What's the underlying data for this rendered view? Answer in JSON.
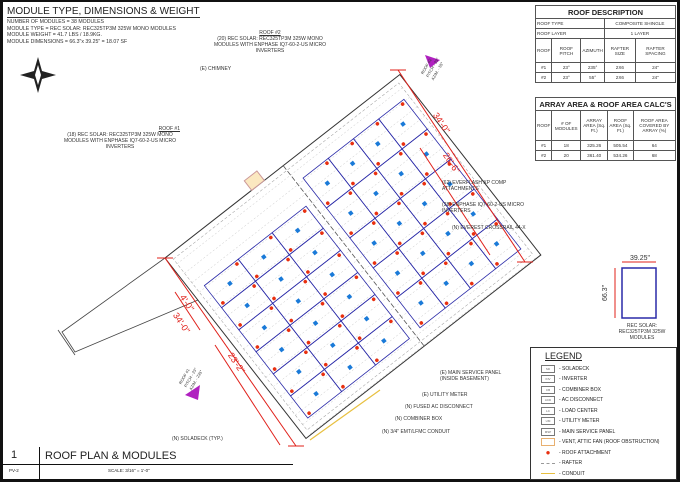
{
  "module_info": {
    "title": "MODULE TYPE, DIMENSIONS & WEIGHT",
    "lines": [
      "NUMBER OF MODULES = 38 MODULES",
      "MODULE TYPE = REC SOLAR: REC325TP3M 325W MONO MODULES",
      "MODULE WEIGHT = 41.7 LBS / 18.9KG.",
      "MODULE DIMENSIONS = 66.3\"x 39.25\" = 18.07 SF"
    ]
  },
  "roof_description": {
    "title": "ROOF DESCRIPTION",
    "roof_type_label": "ROOF TYPE",
    "roof_type": "COMPOSITE SHINGLE",
    "roof_layer_label": "ROOF LAYER",
    "roof_layer": "1 LAYER",
    "headers": [
      "ROOF",
      "ROOF PITCH",
      "AZIMUTH",
      "RAFTER SIZE",
      "RAFTER SPACING"
    ],
    "rows": [
      [
        "#1",
        "23°",
        "235°",
        "2X6",
        "24\""
      ],
      [
        "#2",
        "23°",
        "55°",
        "2X6",
        "24\""
      ]
    ]
  },
  "array_area": {
    "title": "ARRAY AREA & ROOF AREA CALC'S",
    "headers": [
      "ROOF",
      "# OF MODULES",
      "ARRAY AREA (Sq. Ft.)",
      "ROOF AREA (Sq. Ft.)",
      "ROOF AREA COVERED BY ARRAY (%)"
    ],
    "rows": [
      [
        "#1",
        "18",
        "325.26",
        "505.54",
        "64"
      ],
      [
        "#2",
        "20",
        "361.40",
        "534.26",
        "68"
      ]
    ]
  },
  "module_detail": {
    "width": "39.25\"",
    "height": "66.3\"",
    "label": "REC SOLAR: REC325TP3M 325W MODULES"
  },
  "legend": {
    "title": "LEGEND",
    "items": [
      {
        "sym": "SD",
        "label": "- SOLADECK"
      },
      {
        "sym": "INV",
        "label": "- INVERTER"
      },
      {
        "sym": "CB",
        "label": "- COMBINER BOX"
      },
      {
        "sym": "ACD",
        "label": "- AC DISCONNECT"
      },
      {
        "sym": "LC",
        "label": "- LOAD CENTER"
      },
      {
        "sym": "UM",
        "label": "- UTILITY METER"
      },
      {
        "sym": "MSP",
        "label": "- MAIN SERVICE PANEL"
      },
      {
        "sym": "",
        "label": "- VENT, ATTIC FAN (ROOF OBSTRUCTION)"
      },
      {
        "sym": "",
        "label": "- ROOF ATTACHMENT"
      },
      {
        "sym": "",
        "label": "- RAFTER"
      },
      {
        "sym": "",
        "label": "- CONDUIT"
      }
    ]
  },
  "callouts": {
    "roof2_title": "ROOF #2",
    "roof2": "(20) REC SOLAR: REC325TP3M 325W MONO MODULES WITH ENPHASE IQ7-60-2-US MICRO INVERTERS",
    "roof1_title": "ROOF #1",
    "roof1": "(18) REC SOLAR: REC325TP3M 325W MONO MODULES WITH ENPHASE IQ7-60-2-US MICRO INVERTERS",
    "chimney": "(E) CHIMNEY",
    "everflash": "(62) EVERFLASH XP COMP ATTACHMENTS",
    "enphase": "(38) ENPHASE IQ7-60-2-US MICRO INVERTERS",
    "crossrail": "(N) EVEREST CROSSRAIL 44-X",
    "msp": "(E) MAIN SERVICE PANEL (INSIDE BASEMENT)",
    "um": "(E) UTILITY METER",
    "fused": "(N) FUSED AC DISCONNECT",
    "cb": "(N) COMBINER BOX",
    "conduit": "(N) 3/4\" EMT/LFMC CONDUIT",
    "soladeck": "(N) SOLADECK (TYP.)",
    "az2": "ROOF #2 PITCH - 23° AZIM. - 55°",
    "az1": "ROOF #1 PITCH - 23° AZIM. - 235°"
  },
  "dimensions": {
    "d1": "34'-0\"",
    "d2": "26'-6\"",
    "d3": "4'-0\"",
    "d4": "34'-0\"",
    "d5": "23'-2\""
  },
  "title_block": {
    "number": "1",
    "title": "ROOF PLAN & MODULES",
    "sheet": "PV-2",
    "scale": "SCALE: 3/16\" = 1'-0\""
  },
  "colors": {
    "dimension": "#e0201a",
    "module": "#2a2aa8",
    "attachment": "#e83010",
    "inverter": "#1a7ad8",
    "conduit": "#e8c040"
  }
}
